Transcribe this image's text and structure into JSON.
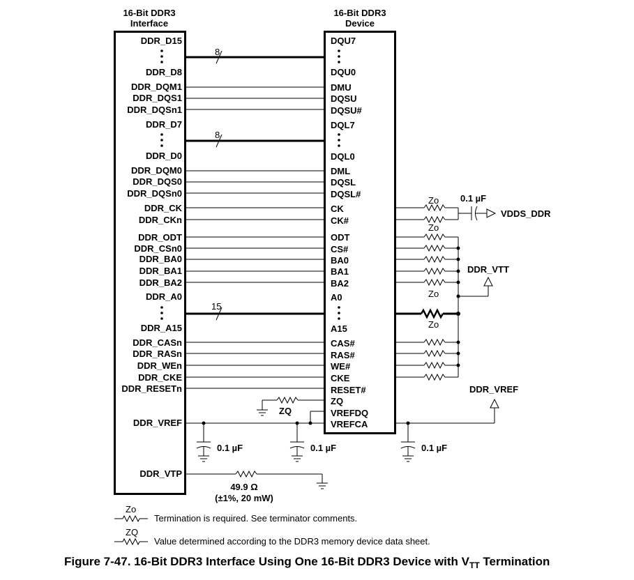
{
  "left_block": {
    "title_line1": "16-Bit DDR3",
    "title_line2": "Interface",
    "pins": {
      "d15": "DDR_D15",
      "d8": "DDR_D8",
      "dqm1": "DDR_DQM1",
      "dqs1": "DDR_DQS1",
      "dqsn1": "DDR_DQSn1",
      "d7": "DDR_D7",
      "d0": "DDR_D0",
      "dqm0": "DDR_DQM0",
      "dqs0": "DDR_DQS0",
      "dqsn0": "DDR_DQSn0",
      "ck": "DDR_CK",
      "ckn": "DDR_CKn",
      "odt": "DDR_ODT",
      "csn0": "DDR_CSn0",
      "ba0": "DDR_BA0",
      "ba1": "DDR_BA1",
      "ba2": "DDR_BA2",
      "a0": "DDR_A0",
      "a15": "DDR_A15",
      "casn": "DDR_CASn",
      "rasn": "DDR_RASn",
      "wen": "DDR_WEn",
      "cke": "DDR_CKE",
      "resetn": "DDR_RESETn",
      "vref": "DDR_VREF",
      "vtp": "DDR_VTP"
    }
  },
  "right_block": {
    "title_line1": "16-Bit DDR3",
    "title_line2": "Device",
    "pins": {
      "dqu7": "DQU7",
      "dqu0": "DQU0",
      "dmu": "DMU",
      "dqsu": "DQSU",
      "dqsu_n": "DQSU#",
      "dql7": "DQL7",
      "dql0": "DQL0",
      "dml": "DML",
      "dqsl": "DQSL",
      "dqsl_n": "DQSL#",
      "ck": "CK",
      "ck_n": "CK#",
      "odt": "ODT",
      "cs_n": "CS#",
      "ba0": "BA0",
      "ba1": "BA1",
      "ba2": "BA2",
      "a0": "A0",
      "a15": "A15",
      "cas_n": "CAS#",
      "ras_n": "RAS#",
      "we_n": "WE#",
      "cke": "CKE",
      "reset_n": "RESET#",
      "zq": "ZQ",
      "vrefdq": "VREFDQ",
      "vrefca": "VREFCA"
    }
  },
  "bus_widths": {
    "upper_data": "8",
    "lower_data": "8",
    "address": "15"
  },
  "labels": {
    "zo": "Zo",
    "zq": "ZQ",
    "cap": "0.1 µF",
    "vdds_ddr": "VDDS_DDR",
    "ddr_vtt": "DDR_VTT",
    "ddr_vref": "DDR_VREF",
    "vtp_res_value": "49.9 Ω",
    "vtp_res_spec": "(±1%, 20 mW)"
  },
  "legend": {
    "zo_label": "Zo",
    "zo_text": "Termination is required. See terminator comments.",
    "zq_label": "ZQ",
    "zq_text": "Value determined according to the DDR3 memory device data sheet."
  },
  "caption": {
    "main": "Figure 7-47. 16-Bit DDR3 Interface Using One 16-Bit DDR3 Device with V",
    "sub": "TT",
    "tail": " Termination"
  }
}
